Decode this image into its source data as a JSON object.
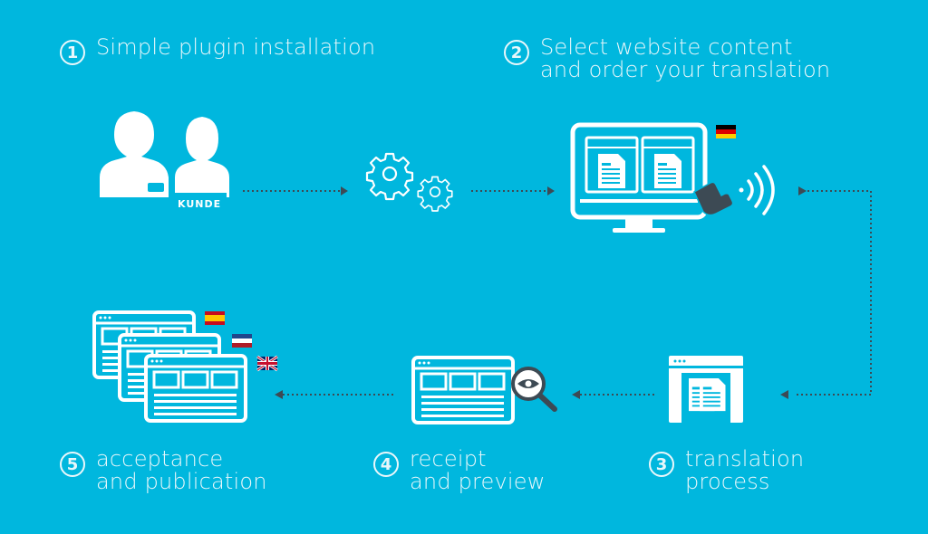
{
  "steps": [
    {
      "num": "1",
      "lines": [
        "Simple plugin installation"
      ]
    },
    {
      "num": "2",
      "lines": [
        "Select website content",
        "and order your translation"
      ]
    },
    {
      "num": "3",
      "lines": [
        "translation",
        "process"
      ]
    },
    {
      "num": "4",
      "lines": [
        "receipt",
        "and preview"
      ]
    },
    {
      "num": "5",
      "lines": [
        "acceptance",
        "and publication"
      ]
    }
  ],
  "customer_label": "KUNDE",
  "colors": {
    "background": "#00b7de",
    "icon": "#ffffff",
    "arrow": "#3d4a54"
  },
  "icons": [
    "customer-icon",
    "gears-icon",
    "monitor-icon",
    "german-flag-icon",
    "hand-pointer-icon",
    "wireless-signal-icon",
    "translation-document-icon",
    "browser-preview-icon",
    "magnifier-eye-icon",
    "stacked-browser-windows-icon",
    "spanish-flag-icon",
    "french-flag-icon",
    "uk-flag-icon"
  ]
}
